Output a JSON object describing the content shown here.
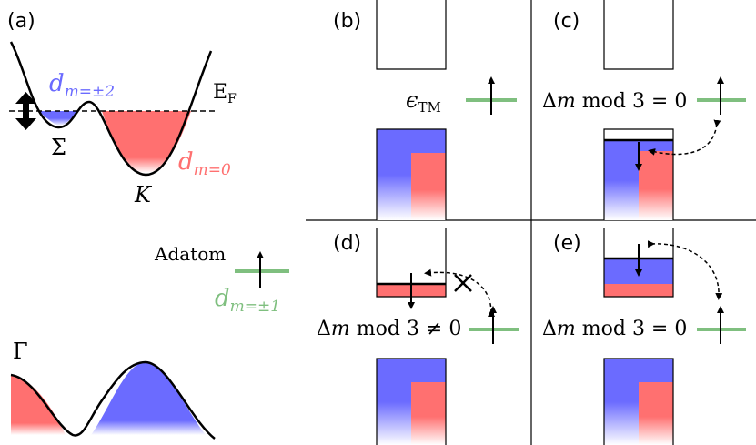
{
  "panels": {
    "a": "(a)",
    "b": "(b)",
    "c": "(c)",
    "d": "(d)",
    "e": "(e)"
  },
  "band_labels": {
    "d_pm2_base": "d",
    "d_pm2_sub": "m=±2",
    "d_0_base": "d",
    "d_0_sub": "m=0",
    "d_pm1_base": "d",
    "d_pm1_sub": "m=±1",
    "ef_base": "E",
    "ef_sub": "F",
    "sigma": "Σ",
    "k": "K",
    "gamma": "Γ",
    "adatom": "Adatom"
  },
  "level_labels": {
    "eps_base": "ϵ",
    "eps_sub": "TM",
    "c_delta": "Δ",
    "c_m": "m",
    "c_rest": " mod 3 = 0",
    "d_delta": "Δ",
    "d_m": "m",
    "d_rest": " mod 3 ≠ 0",
    "e_delta": "Δ",
    "e_m": "m",
    "e_rest": " mod 3 = 0"
  },
  "colors": {
    "blue": "#6b6bff",
    "red": "#ff7070",
    "green": "#7fbf7f",
    "black": "#000000"
  }
}
